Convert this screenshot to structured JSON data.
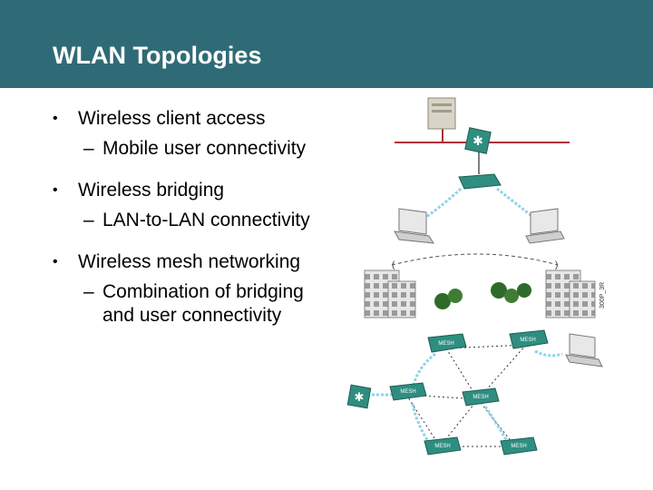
{
  "slide": {
    "title": "WLAN Topologies",
    "bullets": [
      {
        "text": "Wireless client access",
        "sub": "Mobile user connectivity"
      },
      {
        "text": "Wireless bridging",
        "sub": "LAN-to-LAN connectivity"
      },
      {
        "text": "Wireless mesh networking",
        "sub": "Combination of bridging and user connectivity"
      }
    ],
    "bullet_glyph": "•",
    "dash_glyph": "–"
  },
  "diagram": {
    "figure_id": "300P_3R",
    "mesh_labels": [
      "MESH",
      "MESH",
      "MESH",
      "MESH",
      "MESH",
      "MESH"
    ]
  },
  "colors": {
    "header": "#2f6b76",
    "title_text": "#ffffff",
    "lan_line": "#b0303a",
    "ap": "#2f8e80",
    "wireless": "#8fd3e8"
  }
}
